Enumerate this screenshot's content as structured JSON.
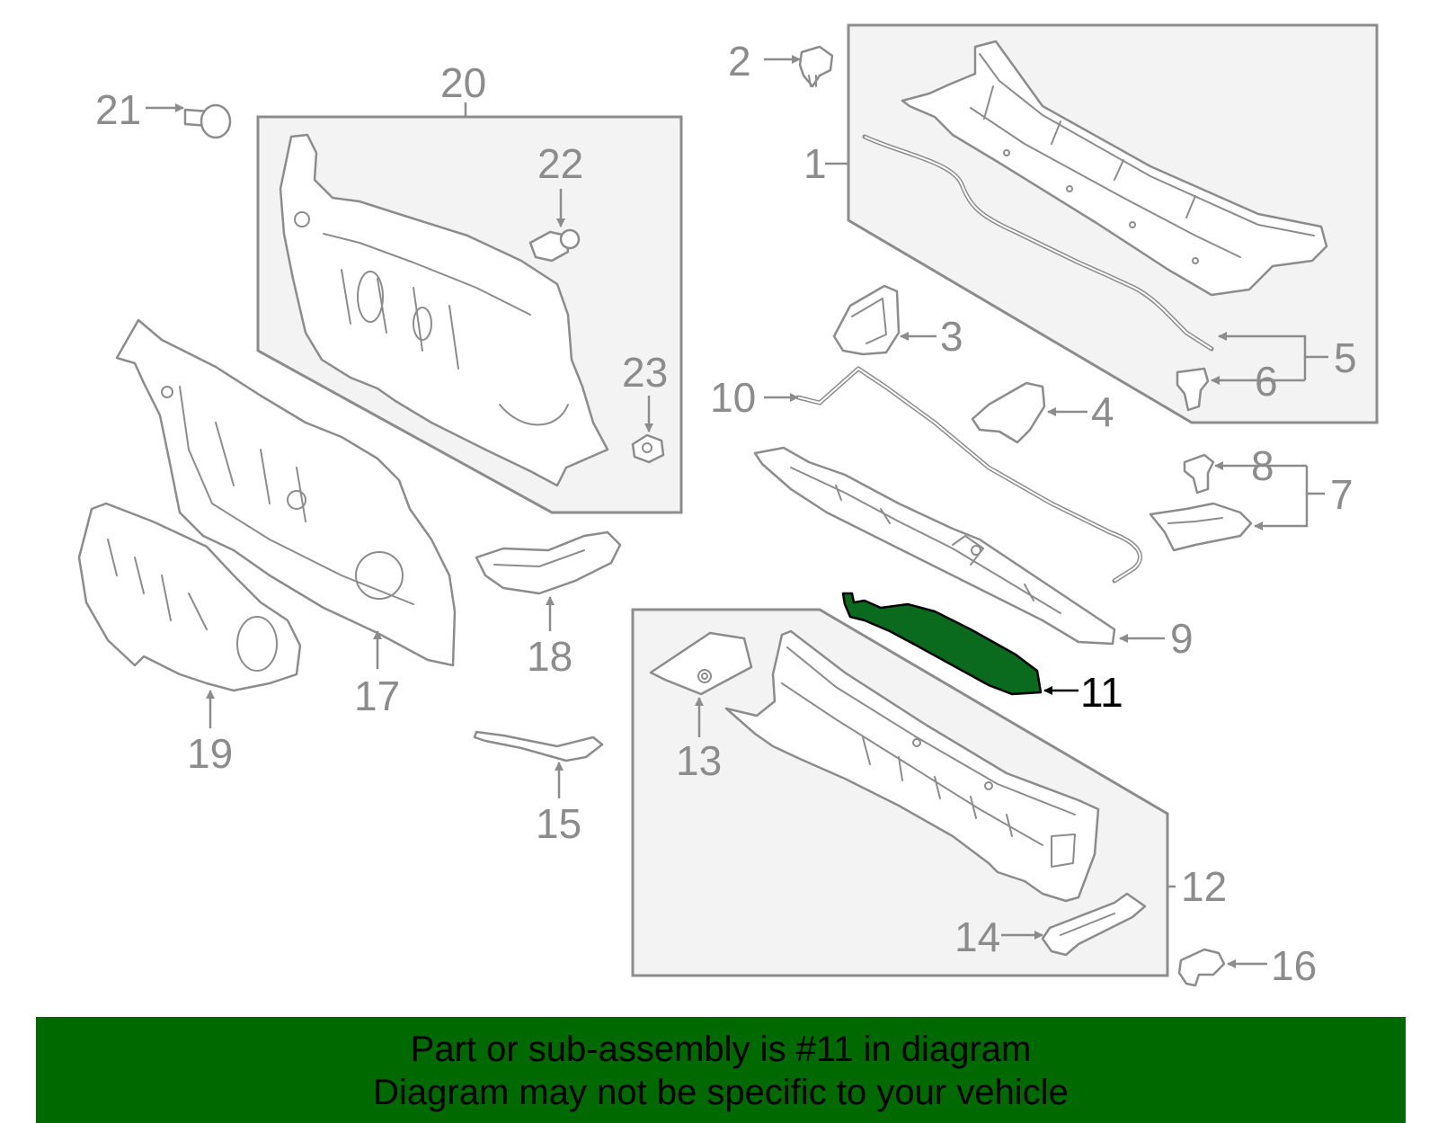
{
  "colors": {
    "banner_background": "#006a00",
    "highlighted_part": "#0a6b1e",
    "linework": "#8c8c8c",
    "group_box_fill": "#f3f3f3",
    "text": "#000000"
  },
  "callouts": {
    "c1": "1",
    "c2": "2",
    "c3": "3",
    "c4": "4",
    "c5": "5",
    "c6": "6",
    "c7": "7",
    "c8": "8",
    "c9": "9",
    "c10": "10",
    "c11": "11",
    "c12": "12",
    "c13": "13",
    "c14": "14",
    "c15": "15",
    "c16": "16",
    "c17": "17",
    "c18": "18",
    "c19": "19",
    "c20": "20",
    "c21": "21",
    "c22": "22",
    "c23": "23"
  },
  "highlighted_callout": "11",
  "banner": {
    "line1": "Part or sub-assembly is #11 in diagram",
    "line2": "Diagram may not be specific to your vehicle"
  }
}
